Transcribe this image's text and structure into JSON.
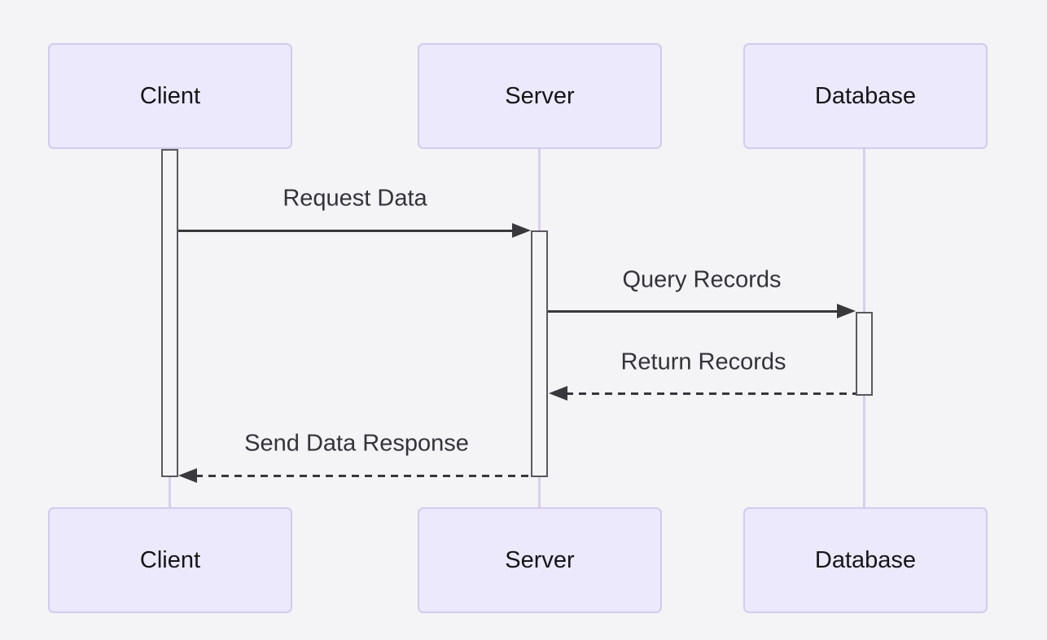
{
  "diagram": {
    "type": "sequence-diagram",
    "actors": [
      {
        "id": "client",
        "label": "Client"
      },
      {
        "id": "server",
        "label": "Server"
      },
      {
        "id": "database",
        "label": "Database"
      }
    ],
    "messages": [
      {
        "label": "Request Data",
        "from": "client",
        "to": "server",
        "line_style": "solid",
        "arrow": "filled"
      },
      {
        "label": "Query Records",
        "from": "server",
        "to": "database",
        "line_style": "solid",
        "arrow": "filled"
      },
      {
        "label": "Return Records",
        "from": "database",
        "to": "server",
        "line_style": "dashed",
        "arrow": "filled"
      },
      {
        "label": "Send Data Response",
        "from": "server",
        "to": "client",
        "line_style": "dashed",
        "arrow": "filled"
      }
    ],
    "colors": {
      "background": "#f4f3f5",
      "actor_fill": "#ebe9fb",
      "actor_border": "#d2cbee",
      "lifeline": "#d6d0ec",
      "signal": "#38383d",
      "message_text": "#333338",
      "actor_text": "#15151a"
    }
  }
}
